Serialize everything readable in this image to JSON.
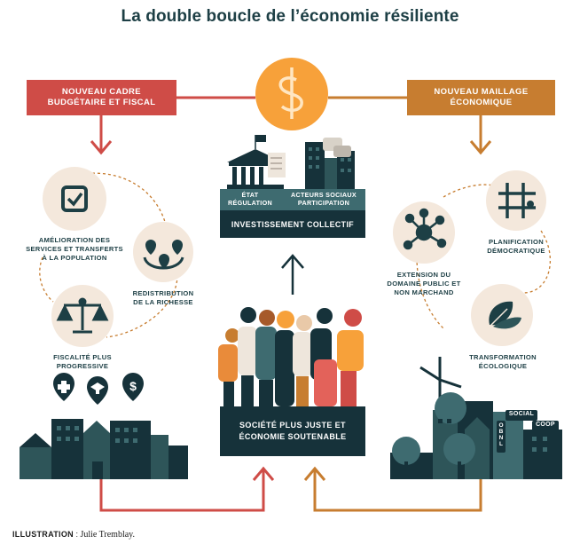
{
  "title": "La double boucle de l’économie résiliente",
  "banners": {
    "left": "NOUVEAU CADRE\nBUDGÉTAIRE ET FISCAL",
    "right": "NOUVEAU MAILLAGE\nÉCONOMIQUE"
  },
  "left_items": [
    {
      "icon": "checkbox-icon",
      "label": "AMÉLIORATION DES\nSERVICES ET TRANSFERTS\nÀ LA POPULATION"
    },
    {
      "icon": "redistribution-icon",
      "label": "REDISTRIBUTION\nDE LA RICHESSE"
    },
    {
      "icon": "scales-icon",
      "label": "FISCALITÉ PLUS\nPROGRESSIVE"
    }
  ],
  "right_items": [
    {
      "icon": "network-icon",
      "label": "EXTENSION DU\nDOMAINE PUBLIC ET\nNON MARCHAND"
    },
    {
      "icon": "grid-icon",
      "label": "PLANIFICATION\nDÉMOCRATIQUE"
    },
    {
      "icon": "leaf-icon",
      "label": "TRANSFORMATION\nÉCOLOGIQUE"
    }
  ],
  "center": {
    "strip_left": "ÉTAT\nRÉGULATION",
    "strip_right": "ACTEURS SOCIAUX\nPARTICIPATION",
    "investment": "INVESTISSEMENT COLLECTIF",
    "society": "SOCIÉTÉ PLUS JUSTE ET\nÉCONOMIE SOUTENABLE"
  },
  "signs": {
    "social": "SOCIAL",
    "coop": "COOP",
    "obnl": "OBNL"
  },
  "credit": {
    "label": "ILLUSTRATION",
    "sep": " : ",
    "name": "Julie Tremblay."
  },
  "colors": {
    "red": "#cf4c47",
    "orange": "#c77d30",
    "dark": "#16323a",
    "teal": "#3e6b70",
    "circle": "#f4e8dc",
    "sun": "#f7a13a"
  }
}
